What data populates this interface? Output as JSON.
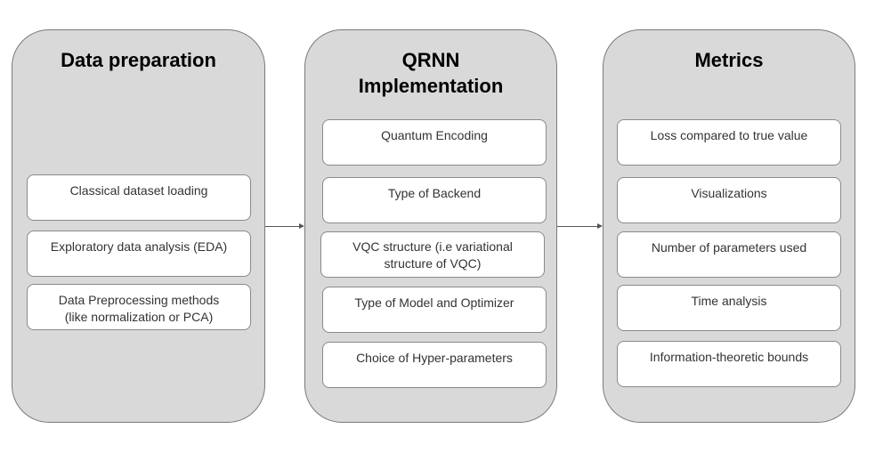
{
  "stages": [
    {
      "title": "Data preparation",
      "items": [
        "Classical dataset loading",
        "Exploratory data analysis (EDA)",
        "Data Preprocessing methods\n(like normalization or PCA)"
      ]
    },
    {
      "title": "QRNN\nImplementation",
      "items": [
        "Quantum Encoding",
        "Type of Backend",
        "VQC structure (i.e variational\nstructure of VQC)",
        "Type of Model and Optimizer",
        "Choice of Hyper-parameters"
      ]
    },
    {
      "title": "Metrics",
      "items": [
        "Loss compared to true value",
        "Visualizations",
        "Number of parameters used",
        "Time analysis",
        "Information-theoretic bounds"
      ]
    }
  ],
  "colors": {
    "panel_fill": "#d9d9d9",
    "panel_border": "#7a7a7a",
    "item_fill": "#ffffff",
    "item_border": "#8a8a8a",
    "text": "#333333",
    "arrow": "#555555"
  }
}
